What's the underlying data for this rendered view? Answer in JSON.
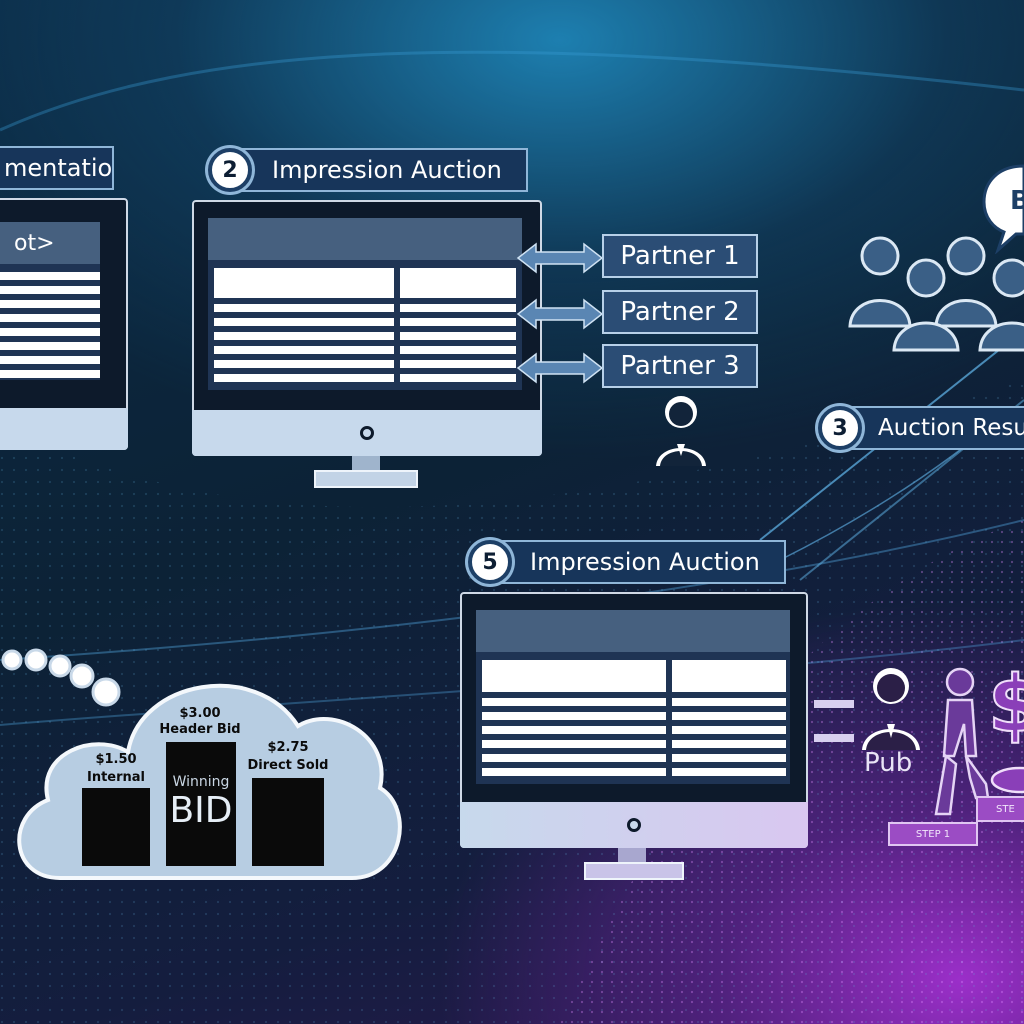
{
  "panel_left": {
    "label": "mentation",
    "code_text": "ot>"
  },
  "panel_2": {
    "badge": "2",
    "label": "Impression Auction"
  },
  "partners": [
    "Partner 1",
    "Partner 2",
    "Partner 3"
  ],
  "panel_3": {
    "badge": "3",
    "label": "Auction Resu",
    "speech_text": "B"
  },
  "panel_5": {
    "badge": "5",
    "label": "Impression Auction"
  },
  "cloud": {
    "header_bid_value": "$3.00",
    "header_bid_label": "Header Bid",
    "internal_value": "$1.50",
    "internal_label": "Internal",
    "direct_value": "$2.75",
    "direct_label": "Direct Sold",
    "winning_word": "Winning",
    "bid_word": "BID"
  },
  "publisher": {
    "label": "Pub",
    "step1": "STEP 1",
    "step2": "STE",
    "dollar": "$"
  },
  "colors": {
    "label_bg": "#17355a",
    "label_border": "#8fb6d8",
    "partner_bg": "#2b4d75",
    "cloud_fill": "#b7cde2",
    "accent_purple": "#9b4cc4"
  }
}
